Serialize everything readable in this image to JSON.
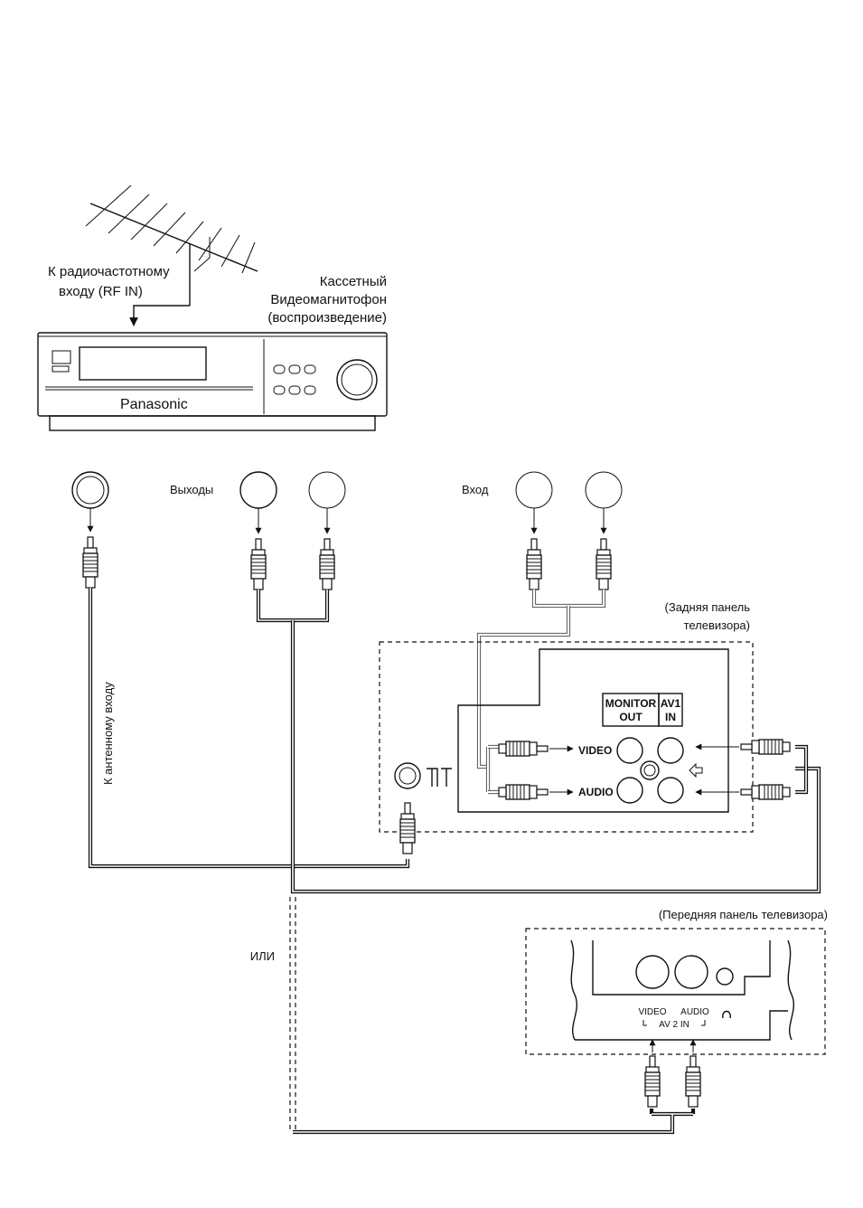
{
  "labels": {
    "rf_in_line1": "К радиочастотному",
    "rf_in_line2": "входу (RF IN)",
    "vcr_line1": "Кассетный",
    "vcr_line2": "Видеомагнитофон",
    "vcr_line3": "(воспроизведение)",
    "brand": "Panasonic",
    "outputs": "Выходы",
    "input": "Вход",
    "antenna_input": "К антенному входу",
    "tv_rear_line1": "(Задняя панель",
    "tv_rear_line2": "телевизора)",
    "monitor_out_line1": "MONITOR",
    "monitor_out_line2": "OUT",
    "av1_line1": "AV1",
    "av1_line2": "IN",
    "video": "VIDEO",
    "audio": "AUDIO",
    "or": "ИЛИ",
    "tv_front": "(Передняя панель телевизора)",
    "front_video": "VIDEO",
    "front_audio": "AUDIO",
    "av2_in": "AV  2  IN"
  },
  "colors": {
    "line": "#111111",
    "background": "#ffffff",
    "light_cable": "#555555"
  }
}
